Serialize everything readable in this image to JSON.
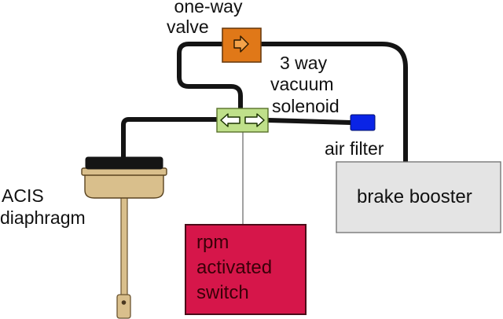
{
  "labels": {
    "one_way_valve": [
      "one-way",
      "valve"
    ],
    "solenoid": [
      "3 way",
      "vacuum",
      "solenoid"
    ],
    "air_filter": "air filter",
    "brake_booster": "brake booster",
    "acis_diaphragm": [
      "ACIS",
      "diaphragm"
    ],
    "rpm_switch": [
      "rpm",
      "activated",
      "switch"
    ]
  },
  "colors": {
    "hose": "#141414",
    "wire": "#7a7a7a",
    "valve_fill": "#e07818",
    "solenoid_fill": "#bfe08a",
    "air_filter_fill": "#0a24e6",
    "booster_fill": "#e4e4e4",
    "switch_fill": "#d6164a",
    "switch_text": "#3a0008",
    "diaphragm_fill": "#d9bf8c",
    "diaphragm_cap": "#151515"
  },
  "icons": {
    "valve_arrow": "right-arrow-icon",
    "solenoid_arrows": "double-arrow-icon"
  }
}
